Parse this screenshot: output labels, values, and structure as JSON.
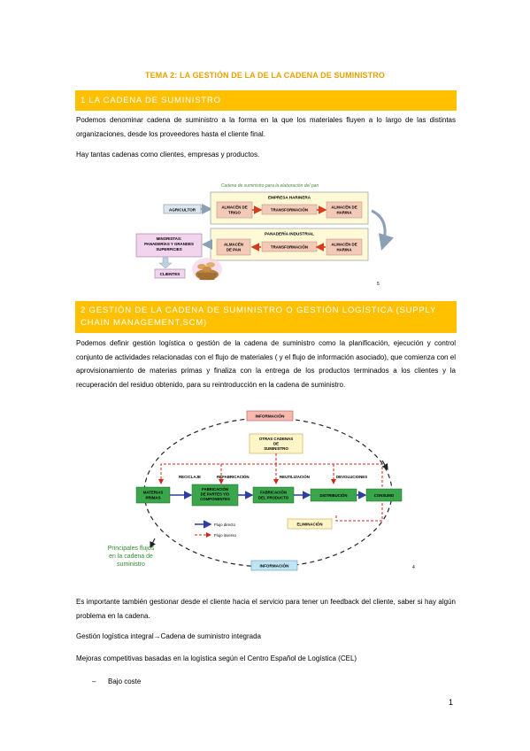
{
  "title": "TEMA 2: LA GESTIÓN DE LA DE LA CADENA DE SUMINISTRO",
  "section1": {
    "heading": "1 LA CADENA DE SUMINISTRO",
    "p1": "Podemos denominar cadena de suministro a la forma en la que los materiales fluyen a lo largo de las distintas organizaciones, desde los proveedores hasta el cliente final.",
    "p2": "Hay tantas cadenas como clientes, empresas y productos."
  },
  "diagram1": {
    "caption": "Cadena de suministro para la elaboración del pan",
    "agricultor": "AGRICULTOR",
    "empresa_harinera": "EMPRESA HARINERA",
    "almacen_trigo_1": "ALMACÉN DE",
    "almacen_trigo_2": "TRIGO",
    "transformacion_1": "TRANSFORMACIÓN",
    "almacen_harina_1": "ALMACÉN DE",
    "almacen_harina_2": "HARINA",
    "panaderia": "PANADERÍA INDUSTRIAL",
    "almacen_pan_1": "ALMACÉN",
    "almacen_pan_2": "DE PAN",
    "transformacion_2": "TRANSFORMACIÓN",
    "almacen_harina2_1": "ALMACÉN DE",
    "almacen_harina2_2": "HARINA",
    "minoristas_1": "MINORISTAS:",
    "minoristas_2": "PANADERÍAS Y GRANDES",
    "minoristas_3": "SUPERFICIES",
    "clientes": "CLIENTES",
    "slide_num": "5"
  },
  "section2": {
    "heading_line1": "2 GESTIÓN DE LA CADENA DE SUMINISTRO O GESTIÓN LOGÍSTICA (SUPPLY",
    "heading_line2": "CHAIN MANAGEMENT,SCM)",
    "p1": "Podemos definir gestión logística o gestión de la cadena de suministro como la planificación, ejecución y control conjunto de actividades relacionadas con el flujo de materiales ( y el flujo de información asociado), que comienza con el aprovisionamiento de materias primas y finaliza con la entrega de los productos terminados a los clientes y la recuperación del residuo obtenido, para su reintroducción en la cadena de suministro."
  },
  "diagram2": {
    "informacion_top": "INFORMACIÓN",
    "otras_1": "OTRAS CADENAS",
    "otras_2": "DE",
    "otras_3": "SUMINISTRO",
    "reciclaje": "RECICLAJE",
    "refabricacion": "REFABRICACIÓN",
    "reutilizacion": "REUTILIZACIÓN",
    "devoluciones": "DEVOLUCIONES",
    "materias_1": "MATERIAS",
    "materias_2": "PRIMAS",
    "fab_partes_1": "FABRICACIÓN",
    "fab_partes_2": "DE PARTES Y/O",
    "fab_partes_3": "COMPONENTES",
    "fab_prod_1": "FABRICACIÓN",
    "fab_prod_2": "DEL PRODUCTO",
    "distribucion": "DISTRIBUCIÓN",
    "consumo": "CONSUMO",
    "flujo_directo": "Flujo directo",
    "flujo_inverso": "Flujo inverso",
    "eliminacion": "ELIMINACIÓN",
    "principales_1": "Principales flujos",
    "principales_2": "en la cadena de",
    "principales_3": "suministro",
    "informacion_bottom": "INFORMACIÓN",
    "slide_num": "4"
  },
  "after": {
    "p1": "Es importante también gestionar desde el cliente hacia el servicio para tener un feedback del cliente, saber si hay algún problema en la cadena.",
    "p2": "Gestión logística integral→Cadena de suministro integrada",
    "p3": "Mejoras competitivas basadas en la logística según el Centro Español de Logística (CEL)",
    "bullet_dash": "–",
    "bullet1": "Bajo coste"
  },
  "page_number": "1"
}
